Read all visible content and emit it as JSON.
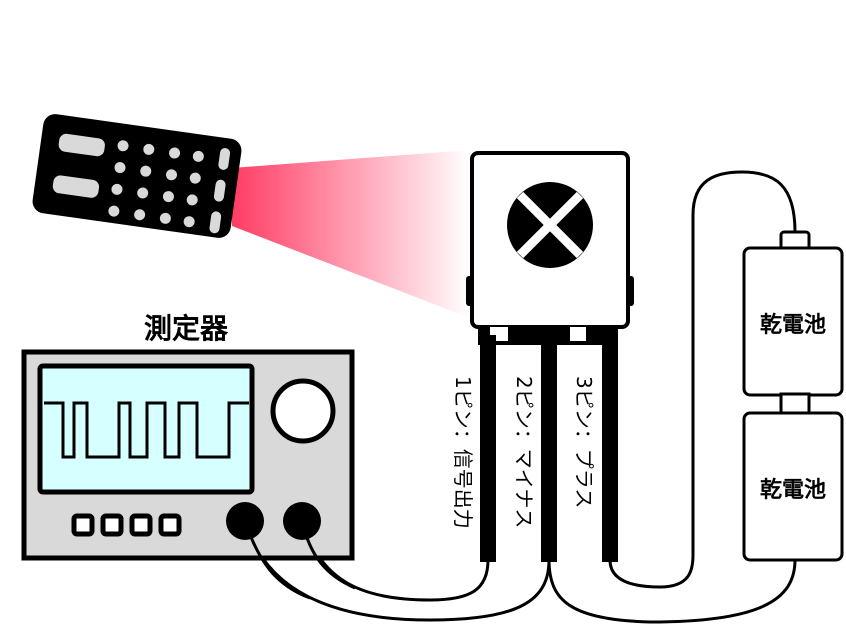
{
  "scope": {
    "title": "測定器"
  },
  "pins": [
    {
      "label": "1ピン：信号出力"
    },
    {
      "label": "2ピン：マイナス"
    },
    {
      "label": "3ピン：プラス"
    }
  ],
  "batteries": [
    {
      "label": "乾電池"
    },
    {
      "label": "乾電池"
    }
  ],
  "colors": {
    "beam": "#ff3c64",
    "screen": "#d6ffff",
    "panel": "#d9d9d9",
    "button": "#d9d9d9"
  }
}
